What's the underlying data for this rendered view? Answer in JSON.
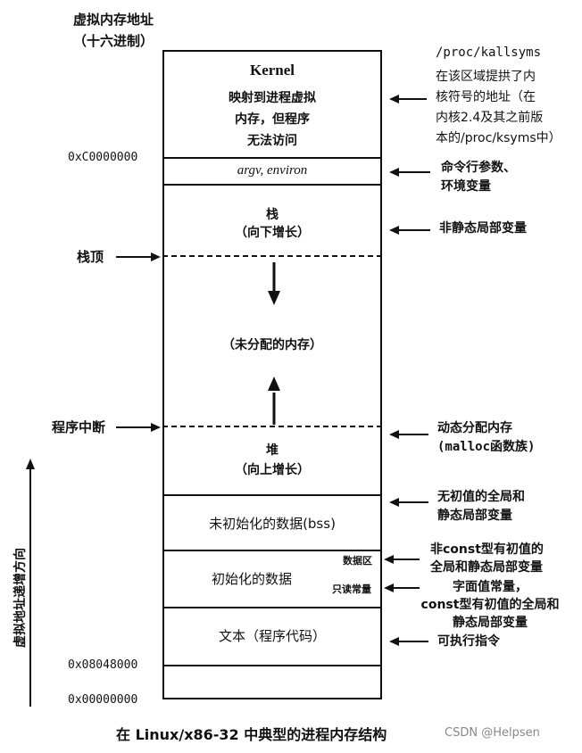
{
  "header": {
    "line1": "虚拟内存地址",
    "line2": "（十六进制）"
  },
  "segments": {
    "kernel_title": "Kernel",
    "kernel_desc": [
      "映射到进程虚拟",
      "内存，但程序",
      "无法访问"
    ],
    "argv": "argv, environ",
    "stack_title": "栈",
    "stack_sub": "（向下增长）",
    "unallocated": "（未分配的内存）",
    "heap_title": "堆",
    "heap_sub": "（向上增长）",
    "bss": "未初始化的数据(bss)",
    "data": "初始化的数据",
    "data_area": "数据区",
    "readonly_const": "只读常量",
    "text": "文本（程序代码）"
  },
  "addresses": {
    "kernel_start": "0xC0000000",
    "text_start": "0x08048000",
    "zero": "0x00000000"
  },
  "left_labels": {
    "stack_top": "栈顶",
    "program_break": "程序中断",
    "growth_axis": "虚拟地址递增方向"
  },
  "annotations": {
    "kallsyms": [
      "/proc/kallsyms",
      "在该区域提拱了内",
      "核符号的地址（在",
      "内核2.4及其之前版",
      "本的/proc/ksyms中）"
    ],
    "cmdline": [
      "命令行参数、",
      "环境变量"
    ],
    "local_vars": "非静态局部变量",
    "dynamic": [
      "动态分配内存",
      "(malloc函数族)"
    ],
    "uninit_globals": [
      "无初值的全局和",
      "静态局部变量"
    ],
    "init_globals": [
      "非const型有初值的",
      "全局和静态局部变量"
    ],
    "literals": [
      "字面值常量，",
      "const型有初值的全局和",
      "静态局部变量"
    ],
    "executable": "可执行指令"
  },
  "caption": "在 Linux/x86-32 中典型的进程内存结构",
  "watermark": "CSDN @Helpsen"
}
